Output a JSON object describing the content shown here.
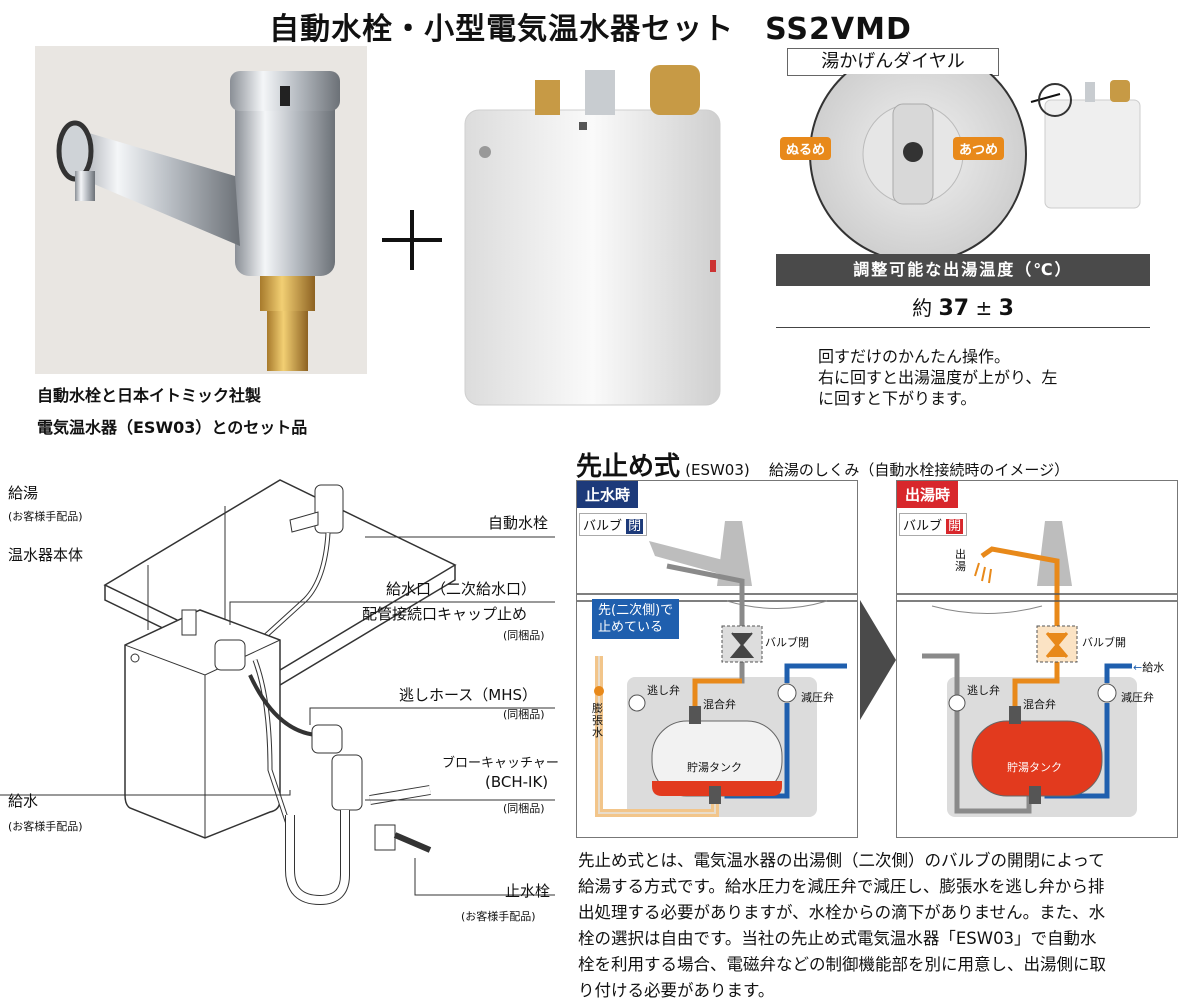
{
  "title": "自動水栓・小型電気温水器セット　SS2VMD",
  "set_caption": [
    "自動水栓と日本イトミック社製",
    "電気温水器（ESW03）とのセット品"
  ],
  "dial": {
    "label": "湯かげんダイヤル",
    "lukewarm": "ぬるめ",
    "hot": "あつめ",
    "temp_header": "調整可能な出湯温度（℃）",
    "temp_prefix": "約",
    "temp_value": "37",
    "temp_pm": "±",
    "temp_range": "3",
    "desc": [
      "回すだけのかんたん操作。",
      "右に回すと出湯温度が上がり、左",
      "に回すと下がります。"
    ]
  },
  "install": {
    "hot_supply": "給湯",
    "customer_supplied": "(お客様手配品)",
    "heater_body": "温水器本体",
    "auto_faucet": "自動水栓",
    "inlet": "給水口（二次給水口）",
    "cap": "配管接続口キャップ止め",
    "included": "(同梱品)",
    "relief_hose": "逃しホース（MHS）",
    "blow_catcher": "ブローキャッチャー",
    "blow_model": "(BCH-IK)",
    "water_supply": "給水",
    "stop_valve": "止水栓"
  },
  "system": {
    "heading": "先止め式",
    "model": "(ESW03)",
    "subtitle": "給湯のしくみ（自動水栓接続時のイメージ）",
    "stop_title": "止水時",
    "valve_label": "バルブ",
    "closed": "閉",
    "open_title": "出湯時",
    "open": "開",
    "callout": [
      "先(二次側)で",
      "止めている"
    ],
    "valve_closed": "バルブ閉",
    "valve_open": "バルブ開",
    "relief_valve": "逃し弁",
    "mixing_valve": "混合弁",
    "reducing_valve": "減圧弁",
    "tank": "貯湯タンク",
    "expansion_water": "膨張水",
    "water_inlet": "給水",
    "hot_out": "出湯"
  },
  "explanation": [
    "先止め式とは、電気温水器の出湯側（二次側）のバルブの開閉によって",
    "給湯する方式です。給水圧力を減圧弁で減圧し、膨張水を逃し弁から排",
    "出処理する必要がありますが、水栓からの滴下がありません。また、水",
    "栓の選択は自由です。当社の先止め式電気温水器「ESW03」で自動水",
    "栓を利用する場合、電磁弁などの制御機能部を別に用意し、出湯側に取",
    "り付ける必要があります。"
  ],
  "colors": {
    "orange": "#e8891a",
    "blue": "#1f5fae",
    "red": "#e23a1e",
    "navy": "#1d3a7a",
    "crimson": "#d8272c"
  }
}
